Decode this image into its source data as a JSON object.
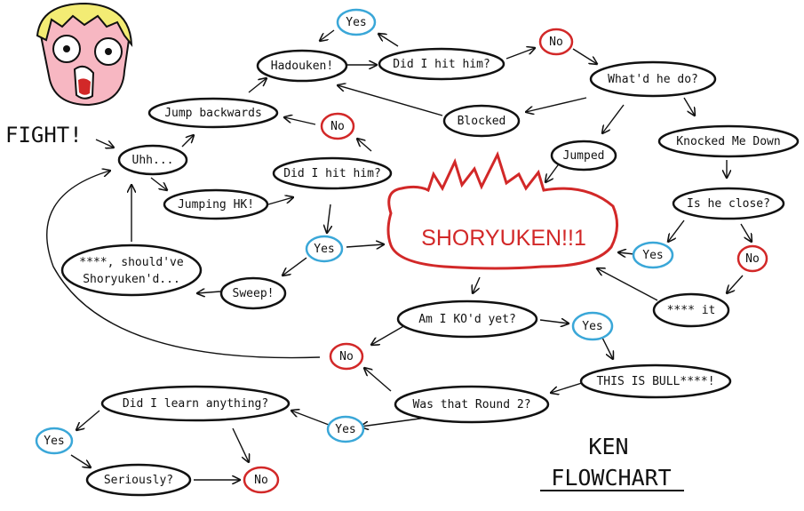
{
  "colors": {
    "yes": "#3aa7d8",
    "no": "#d22828",
    "ink": "#111111",
    "shoryuken": "#d22828"
  },
  "labels": {
    "fight": "FIGHT!",
    "uhh": "Uhh...",
    "jump_backwards": "Jump backwards",
    "hadouken": "Hadouken!",
    "did_i_hit_him_top": "Did I hit him?",
    "yes_top": "Yes",
    "no_top": "No",
    "whatd_he_do": "What'd he do?",
    "blocked": "Blocked",
    "jumped": "Jumped",
    "knocked_me_down": "Knocked Me Down",
    "is_he_close": "Is he close?",
    "no_mid": "No",
    "did_i_hit_him_mid": "Did I hit him?",
    "jumping_hk": "Jumping HK!",
    "shoryuken": "SHORYUKEN!!1",
    "yes_mid": "Yes",
    "yes_close": "Yes",
    "no_close": "No",
    "damn_it": "**** it",
    "shouldve_line1": "****, should've",
    "shouldve_line2": "Shoryuken'd...",
    "sweep": "Sweep!",
    "am_i_kod": "Am I KO'd yet?",
    "yes_kod": "Yes",
    "no_kod": "No",
    "this_is_bull": "THIS IS BULL****!",
    "round2": "Was that Round 2?",
    "yes_round2": "Yes",
    "did_i_learn": "Did I learn anything?",
    "yes_learn": "Yes",
    "seriously": "Seriously?",
    "no_final": "No",
    "title_line1": "KEN",
    "title_line2": "FLOWCHART"
  }
}
